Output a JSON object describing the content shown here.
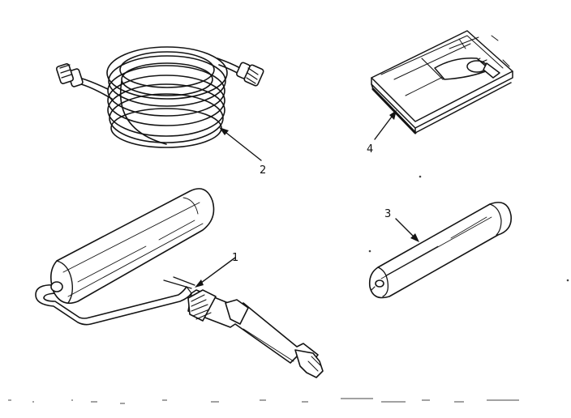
{
  "diagram": {
    "parts": [
      {
        "id": "paint-roller",
        "label": "1"
      },
      {
        "id": "hose",
        "label": "2"
      },
      {
        "id": "roller-cover",
        "label": "3"
      },
      {
        "id": "pad",
        "label": "4"
      }
    ]
  }
}
